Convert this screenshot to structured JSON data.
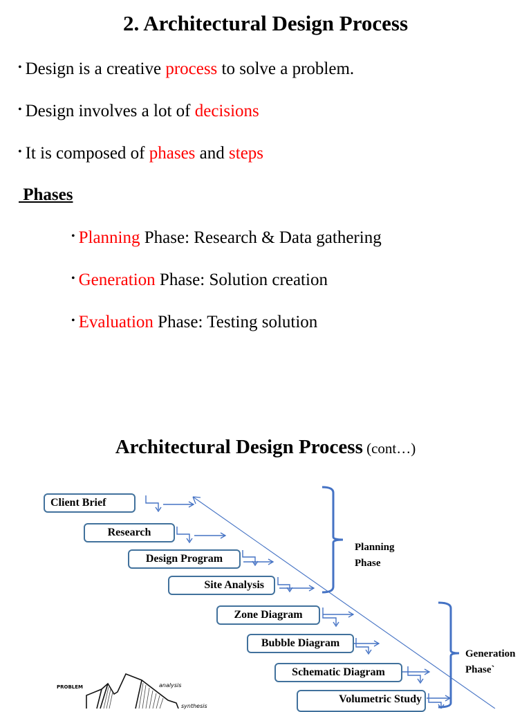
{
  "slide1": {
    "title": "2. Architectural Design Process",
    "bullets": [
      {
        "pre": "Design is a creative ",
        "highlight": "process",
        "post": " to solve a problem."
      },
      {
        "pre": "Design involves a lot of ",
        "highlight": "decisions",
        "post": ""
      },
      {
        "pre": "It is composed of ",
        "highlight": "phases",
        "mid": " and ",
        "highlight2": "steps"
      }
    ],
    "phases_heading": " Phases",
    "phases": [
      {
        "highlight": "Planning",
        "rest": " Phase: Research & Data gathering"
      },
      {
        "highlight": "Generation",
        "rest": " Phase: Solution creation"
      },
      {
        "highlight": "Evaluation",
        "rest": " Phase: Testing solution"
      }
    ],
    "bullet_glyph": "•"
  },
  "slide2": {
    "title": "Architectural Design Process",
    "title_suffix": " (cont…)",
    "steps": [
      {
        "label": "Client Brief"
      },
      {
        "label": "Research"
      },
      {
        "label": "Design Program"
      },
      {
        "label": "Site Analysis"
      },
      {
        "label": "Zone Diagram"
      },
      {
        "label": "Bubble Diagram"
      },
      {
        "label": "Schematic Diagram"
      },
      {
        "label": "Volumetric Study"
      }
    ],
    "phase_labels": {
      "planning": [
        "Planning",
        "Phase"
      ],
      "generation": [
        "Generation",
        "Phase`"
      ]
    },
    "sketch_labels": {
      "problem": "PROBLEM",
      "analysis": "analysis",
      "synthesis": "synthesis"
    }
  },
  "colors": {
    "highlight": "#ff0000",
    "box_border": "#41719c",
    "connector": "#4472c4",
    "text": "#000000"
  }
}
